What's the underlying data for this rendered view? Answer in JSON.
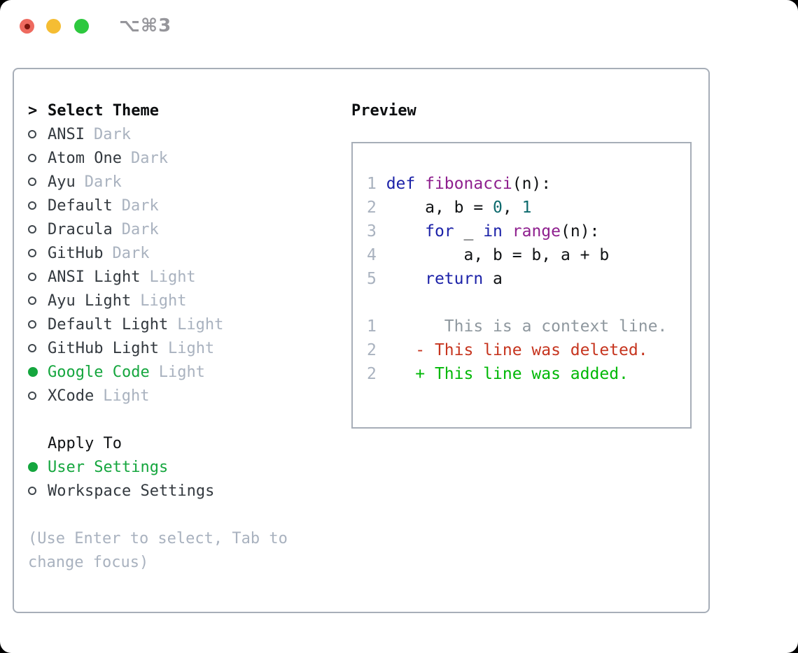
{
  "window": {
    "title": "⌥⌘3"
  },
  "theme_picker": {
    "header": {
      "prompt": ">",
      "label": "Select Theme"
    },
    "themes": [
      {
        "name": "ANSI",
        "variant": "Dark",
        "selected": false
      },
      {
        "name": "Atom One",
        "variant": "Dark",
        "selected": false
      },
      {
        "name": "Ayu",
        "variant": "Dark",
        "selected": false
      },
      {
        "name": "Default",
        "variant": "Dark",
        "selected": false
      },
      {
        "name": "Dracula",
        "variant": "Dark",
        "selected": false
      },
      {
        "name": "GitHub",
        "variant": "Dark",
        "selected": false
      },
      {
        "name": "ANSI Light",
        "variant": "Light",
        "selected": false
      },
      {
        "name": "Ayu Light",
        "variant": "Light",
        "selected": false
      },
      {
        "name": "Default Light",
        "variant": "Light",
        "selected": false
      },
      {
        "name": "GitHub Light",
        "variant": "Light",
        "selected": false
      },
      {
        "name": "Google Code",
        "variant": "Light",
        "selected": true
      },
      {
        "name": "XCode",
        "variant": "Light",
        "selected": false
      }
    ],
    "apply_to": {
      "label": "Apply To",
      "options": [
        {
          "name": "User Settings",
          "selected": true
        },
        {
          "name": "Workspace Settings",
          "selected": false
        }
      ]
    },
    "hint_lines": [
      "(Use Enter to select, Tab to",
      "change focus)"
    ]
  },
  "preview": {
    "label": "Preview",
    "code_lines": [
      [
        {
          "t": "1 ",
          "c": "gutter"
        },
        {
          "t": "def",
          "c": "kw"
        },
        {
          "t": " ",
          "c": "plain"
        },
        {
          "t": "fibonacci",
          "c": "fn"
        },
        {
          "t": "(n):",
          "c": "plain"
        }
      ],
      [
        {
          "t": "2 ",
          "c": "gutter"
        },
        {
          "t": "    a, b = ",
          "c": "plain"
        },
        {
          "t": "0",
          "c": "lit"
        },
        {
          "t": ", ",
          "c": "plain"
        },
        {
          "t": "1",
          "c": "lit"
        }
      ],
      [
        {
          "t": "3 ",
          "c": "gutter"
        },
        {
          "t": "    ",
          "c": "plain"
        },
        {
          "t": "for",
          "c": "kw"
        },
        {
          "t": " _ ",
          "c": "plain"
        },
        {
          "t": "in",
          "c": "kw"
        },
        {
          "t": " ",
          "c": "plain"
        },
        {
          "t": "range",
          "c": "fn"
        },
        {
          "t": "(n):",
          "c": "plain"
        }
      ],
      [
        {
          "t": "4 ",
          "c": "gutter"
        },
        {
          "t": "        a, b = b, a + b",
          "c": "plain"
        }
      ],
      [
        {
          "t": "5 ",
          "c": "gutter"
        },
        {
          "t": "    ",
          "c": "plain"
        },
        {
          "t": "return",
          "c": "kw"
        },
        {
          "t": " a",
          "c": "plain"
        }
      ]
    ],
    "diff_lines": [
      [
        {
          "t": "1",
          "c": "gutter"
        },
        {
          "t": "       This is a context line.",
          "c": "ctx"
        }
      ],
      [
        {
          "t": "2",
          "c": "gutter"
        },
        {
          "t": "    ",
          "c": "plain"
        },
        {
          "t": "- This line was deleted.",
          "c": "del"
        }
      ],
      [
        {
          "t": "2",
          "c": "gutter"
        },
        {
          "t": "    ",
          "c": "plain"
        },
        {
          "t": "+ This line was added.",
          "c": "add"
        }
      ]
    ]
  },
  "colors": {
    "accent-green": "#15a63e",
    "diff-red": "#c6351f",
    "diff-green": "#00b806",
    "code-keyword": "#1c22a8",
    "code-function": "#8e1f8e",
    "code-literal": "#0d6a6d",
    "muted-gray": "#a9b2bf",
    "context-gray": "#8f989f",
    "text-dark": "#33393f",
    "border-gray": "#a7aeb8",
    "traffic-red": "#ee6a5f",
    "traffic-yellow": "#f5bd33",
    "traffic-green": "#2dc83e",
    "title-gray": "#96969b"
  }
}
